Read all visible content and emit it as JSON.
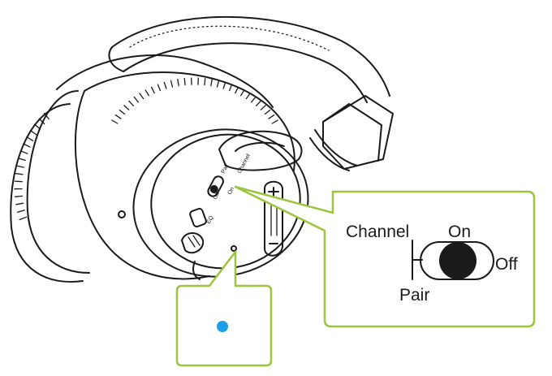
{
  "headphone": {
    "eq_label": "EQ",
    "switch_labels": {
      "channel": "Channel",
      "pair": "Pair",
      "on": "On",
      "off": "Off"
    }
  },
  "callout_switch": {
    "channel": "Channel",
    "on": "On",
    "off": "Off",
    "pair": "Pair"
  },
  "callout_led": {
    "led_color": "#1e9ee6"
  },
  "colors": {
    "callout_border": "#9cc43c",
    "ink": "#1a1a1a"
  }
}
